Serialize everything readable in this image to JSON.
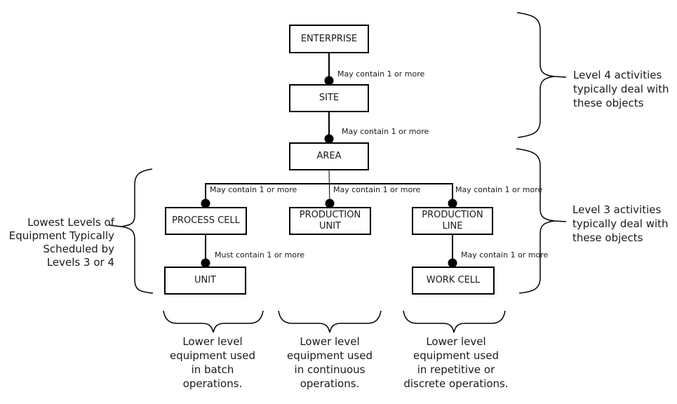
{
  "diagram": {
    "nodes": {
      "enterprise": {
        "label": "ENTERPRISE"
      },
      "site": {
        "label": "SITE"
      },
      "area": {
        "label": "AREA"
      },
      "process_cell": {
        "label": "PROCESS CELL"
      },
      "production_unit": {
        "label": "PRODUCTION\nUNIT"
      },
      "production_line": {
        "label": "PRODUCTION\nLINE"
      },
      "unit": {
        "label": "UNIT"
      },
      "work_cell": {
        "label": "WORK CELL"
      }
    },
    "edge_labels": {
      "enterprise_site": "May contain 1 or more",
      "site_area": "May contain 1 or more",
      "area_process_cell": "May contain 1 or more",
      "area_production_unit": "May contain 1 or more",
      "area_production_line": "May contain 1 or more",
      "process_cell_unit": "Must contain 1 or more",
      "production_line_work_cell": "May contain 1 or more"
    },
    "annotations": {
      "level4": "Level 4 activities\ntypically deal with\nthese objects",
      "level3": "Level 3 activities\ntypically deal with\nthese objects",
      "lowest_levels": "Lowest Levels of\nEquipment Typically\nScheduled by\nLevels 3 or 4",
      "batch": "Lower level\nequipment used\nin batch\noperations.",
      "continuous": "Lower level\nequipment used\nin continuous\noperations.",
      "repetitive": "Lower level\nequipment used\nin repetitive or\ndiscrete operations."
    },
    "colors": {
      "line": "#000000",
      "background": "#ffffff",
      "text": "#1a1a1a"
    }
  }
}
